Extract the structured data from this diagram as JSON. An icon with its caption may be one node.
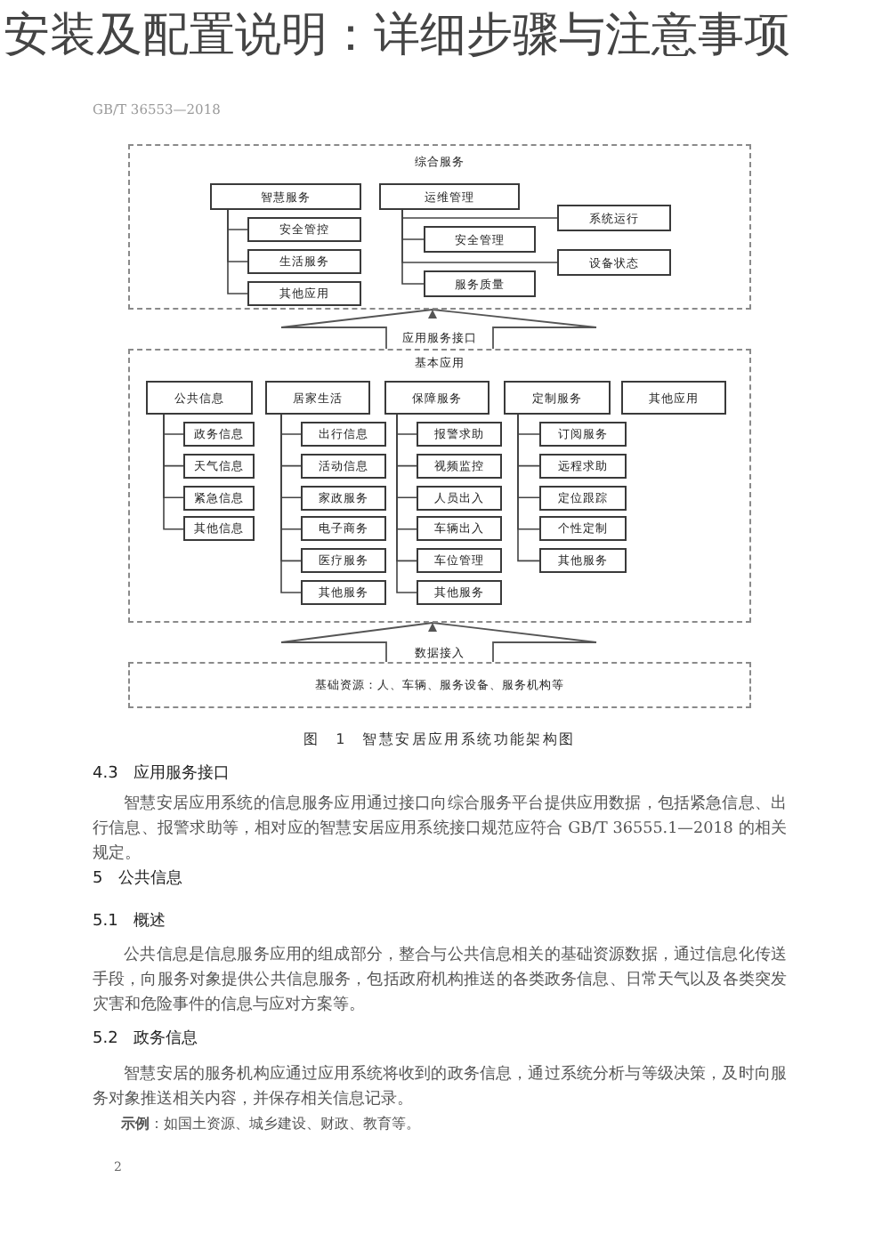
{
  "diagram": {
    "title": "安装及配置说明：详细步骤与注意事项",
    "caption": "图 1 智慧安居应用系统功能架构图",
    "nodes": [
      {
        "text": [
          "综合服务"
        ]
      },
      {
        "text": [
          "智慧服务"
        ],
        "in": 0
      },
      {
        "text": [
          "安全管控"
        ],
        "in": 0
      },
      {
        "text": [
          "生活服务"
        ],
        "in": 0
      },
      {
        "text": [
          "其他应用"
        ],
        "in": 0
      },
      {
        "text": [
          "运维管理"
        ],
        "in": 0
      },
      {
        "text": [
          "系统运行"
        ],
        "in": 0
      },
      {
        "text": [
          "安全管理"
        ],
        "in": 0
      },
      {
        "text": [
          "设备状态"
        ],
        "in": 0
      },
      {
        "text": [
          "服务质量"
        ],
        "in": 0
      },
      {
        "text": [
          "基本应用"
        ]
      },
      {
        "text": [
          "公共信息"
        ],
        "in": 10
      },
      {
        "text": [
          "政务信息"
        ],
        "in": 10
      },
      {
        "text": [
          "天气信息"
        ],
        "in": 10
      },
      {
        "text": [
          "紧急信息"
        ],
        "in": 10
      },
      {
        "text": [
          "其他信息"
        ],
        "in": 10
      },
      {
        "text": [
          "居家生活"
        ],
        "in": 10
      },
      {
        "text": [
          "出行信息"
        ],
        "in": 10
      },
      {
        "text": [
          "活动信息"
        ],
        "in": 10
      },
      {
        "text": [
          "家政服务"
        ],
        "in": 10
      },
      {
        "text": [
          "电子商务"
        ],
        "in": 10
      },
      {
        "text": [
          "医疗服务"
        ],
        "in": 10
      },
      {
        "text": [
          "其他服务"
        ],
        "in": 10
      },
      {
        "text": [
          "保障服务"
        ],
        "in": 10
      },
      {
        "text": [
          "报警求助"
        ],
        "in": 10
      },
      {
        "text": [
          "视频监控"
        ],
        "in": 10
      },
      {
        "text": [
          "人员出入"
        ],
        "in": 10
      },
      {
        "text": [
          "车辆出入"
        ],
        "in": 10
      },
      {
        "text": [
          "车位管理"
        ],
        "in": 10
      },
      {
        "text": [
          "其他服务"
        ],
        "in": 10
      },
      {
        "text": [
          "定制服务"
        ],
        "in": 10
      },
      {
        "text": [
          "订阅服务"
        ],
        "in": 10
      },
      {
        "text": [
          "远程求助"
        ],
        "in": 10
      },
      {
        "text": [
          "定位跟踪"
        ],
        "in": 10
      },
      {
        "text": [
          "个性定制"
        ],
        "in": 10
      },
      {
        "text": [
          "其他服务"
        ],
        "in": 10
      },
      {
        "text": [
          "其他应用"
        ],
        "in": 10
      },
      {
        "text": [
          "基础资源：人、车辆、服务设备、服务机构等"
        ]
      }
    ],
    "edges": [
      {
        "from": 1,
        "to": 2,
        "arrow": "none"
      },
      {
        "from": 1,
        "to": 3,
        "arrow": "none"
      },
      {
        "from": 1,
        "to": 4,
        "arrow": "none"
      },
      {
        "from": 5,
        "to": 6,
        "arrow": "none"
      },
      {
        "from": 5,
        "to": 7,
        "arrow": "none"
      },
      {
        "from": 5,
        "to": 8,
        "arrow": "none"
      },
      {
        "from": 5,
        "to": 9,
        "arrow": "none"
      },
      {
        "from": 11,
        "to": 12,
        "arrow": "none"
      },
      {
        "from": 11,
        "to": 13,
        "arrow": "none"
      },
      {
        "from": 11,
        "to": 14,
        "arrow": "none"
      },
      {
        "from": 11,
        "to": 15,
        "arrow": "none"
      },
      {
        "from": 16,
        "to": 17,
        "arrow": "none"
      },
      {
        "from": 16,
        "to": 18,
        "arrow": "none"
      },
      {
        "from": 16,
        "to": 19,
        "arrow": "none"
      },
      {
        "from": 16,
        "to": 20,
        "arrow": "none"
      },
      {
        "from": 16,
        "to": 21,
        "arrow": "none"
      },
      {
        "from": 16,
        "to": 22,
        "arrow": "none"
      },
      {
        "from": 23,
        "to": 24,
        "arrow": "none"
      },
      {
        "from": 23,
        "to": 25,
        "arrow": "none"
      },
      {
        "from": 23,
        "to": 26,
        "arrow": "none"
      },
      {
        "from": 23,
        "to": 27,
        "arrow": "none"
      },
      {
        "from": 23,
        "to": 28,
        "arrow": "none"
      },
      {
        "from": 23,
        "to": 29,
        "arrow": "none"
      },
      {
        "from": 30,
        "to": 31,
        "arrow": "none"
      },
      {
        "from": 30,
        "to": 32,
        "arrow": "none"
      },
      {
        "from": 30,
        "to": 33,
        "arrow": "none"
      },
      {
        "from": 30,
        "to": 34,
        "arrow": "none"
      },
      {
        "from": 30,
        "to": 35,
        "arrow": "none"
      },
      {
        "from": 10,
        "to": 0,
        "arrow": "to",
        "label": "应用服务接口"
      },
      {
        "from": 37,
        "to": 10,
        "arrow": "to",
        "label": "数据接入"
      }
    ],
    "labels": [
      "GB/T 36553—2018",
      "4.3 应用服务接口",
      "智慧安居应用系统的信息服务应用通过接口向综合服务平台提供应用数据，包括紧急信息、出行信息、报警求助等，相对应的智慧安居应用系统接口规范应符合 GB/T 36555.1—2018 的相关规定。",
      "5 公共信息",
      "5.1 概述",
      "公共信息是信息服务应用的组成部分，整合与公共信息相关的基础资源数据，通过信息化传送手段，向服务对象提供公共信息服务，包括政府机构推送的各类政务信息、日常天气以及各类突发灾害和危险事件的信息与应对方案等。",
      "5.2 政务信息",
      "智慧安居的服务机构应通过应用系统将收到的政务信息，通过系统分析与等级决策，及时向服务对象推送相关内容，并保存相关信息记录。",
      "**示例**：如国土资源、城乡建设、财政、教育等。",
      "2"
    ]
  }
}
